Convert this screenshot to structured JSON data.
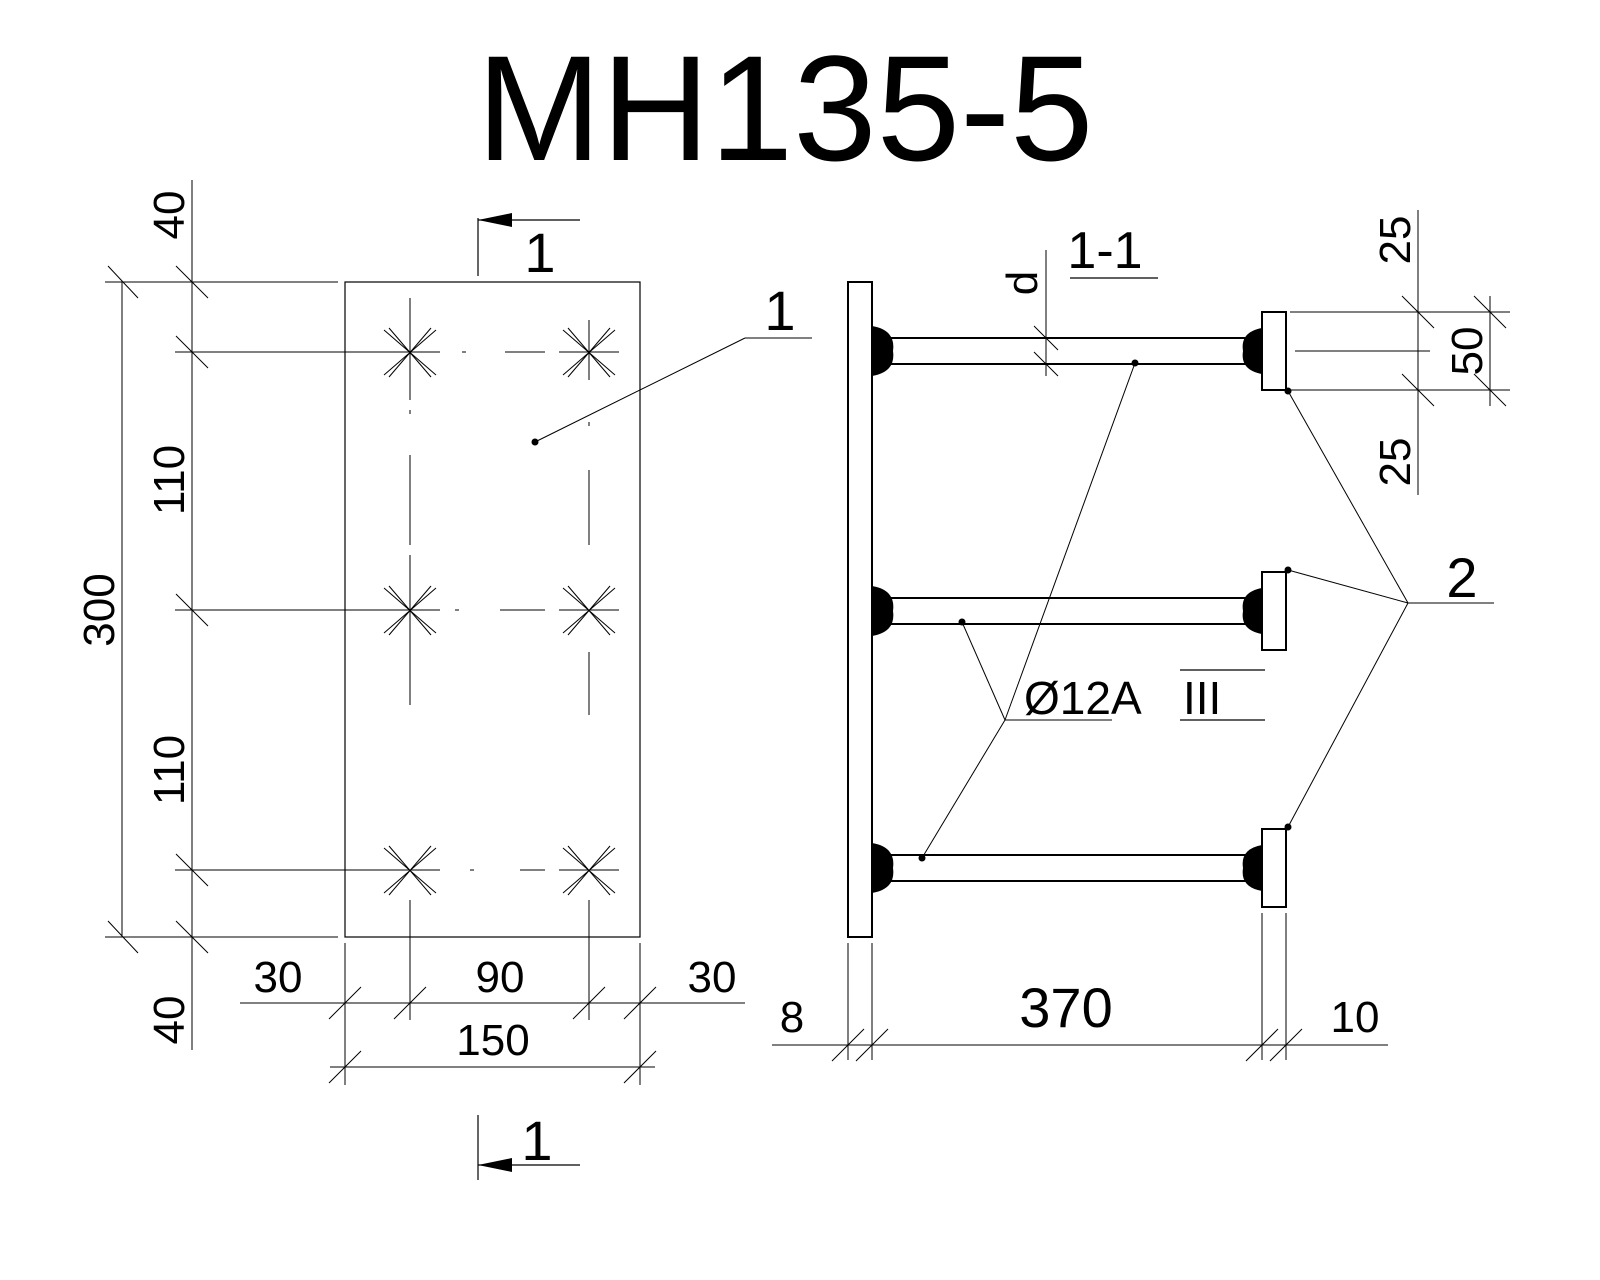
{
  "title": "MH135-5",
  "plan": {
    "section_mark_top": "1",
    "section_mark_bottom": "1",
    "part_mark": "1",
    "dims_vertical": [
      "40",
      "110",
      "300",
      "110",
      "40"
    ],
    "dims_horizontal": [
      "30",
      "90",
      "30",
      "150"
    ]
  },
  "section": {
    "section_label": "1-1",
    "d_label": "d",
    "part_mark": "2",
    "rebar_label": "Ø12A",
    "rebar_class": "III",
    "dims_right": [
      "25",
      "50",
      "25"
    ],
    "dims_bottom": [
      "8",
      "370",
      "10"
    ]
  }
}
